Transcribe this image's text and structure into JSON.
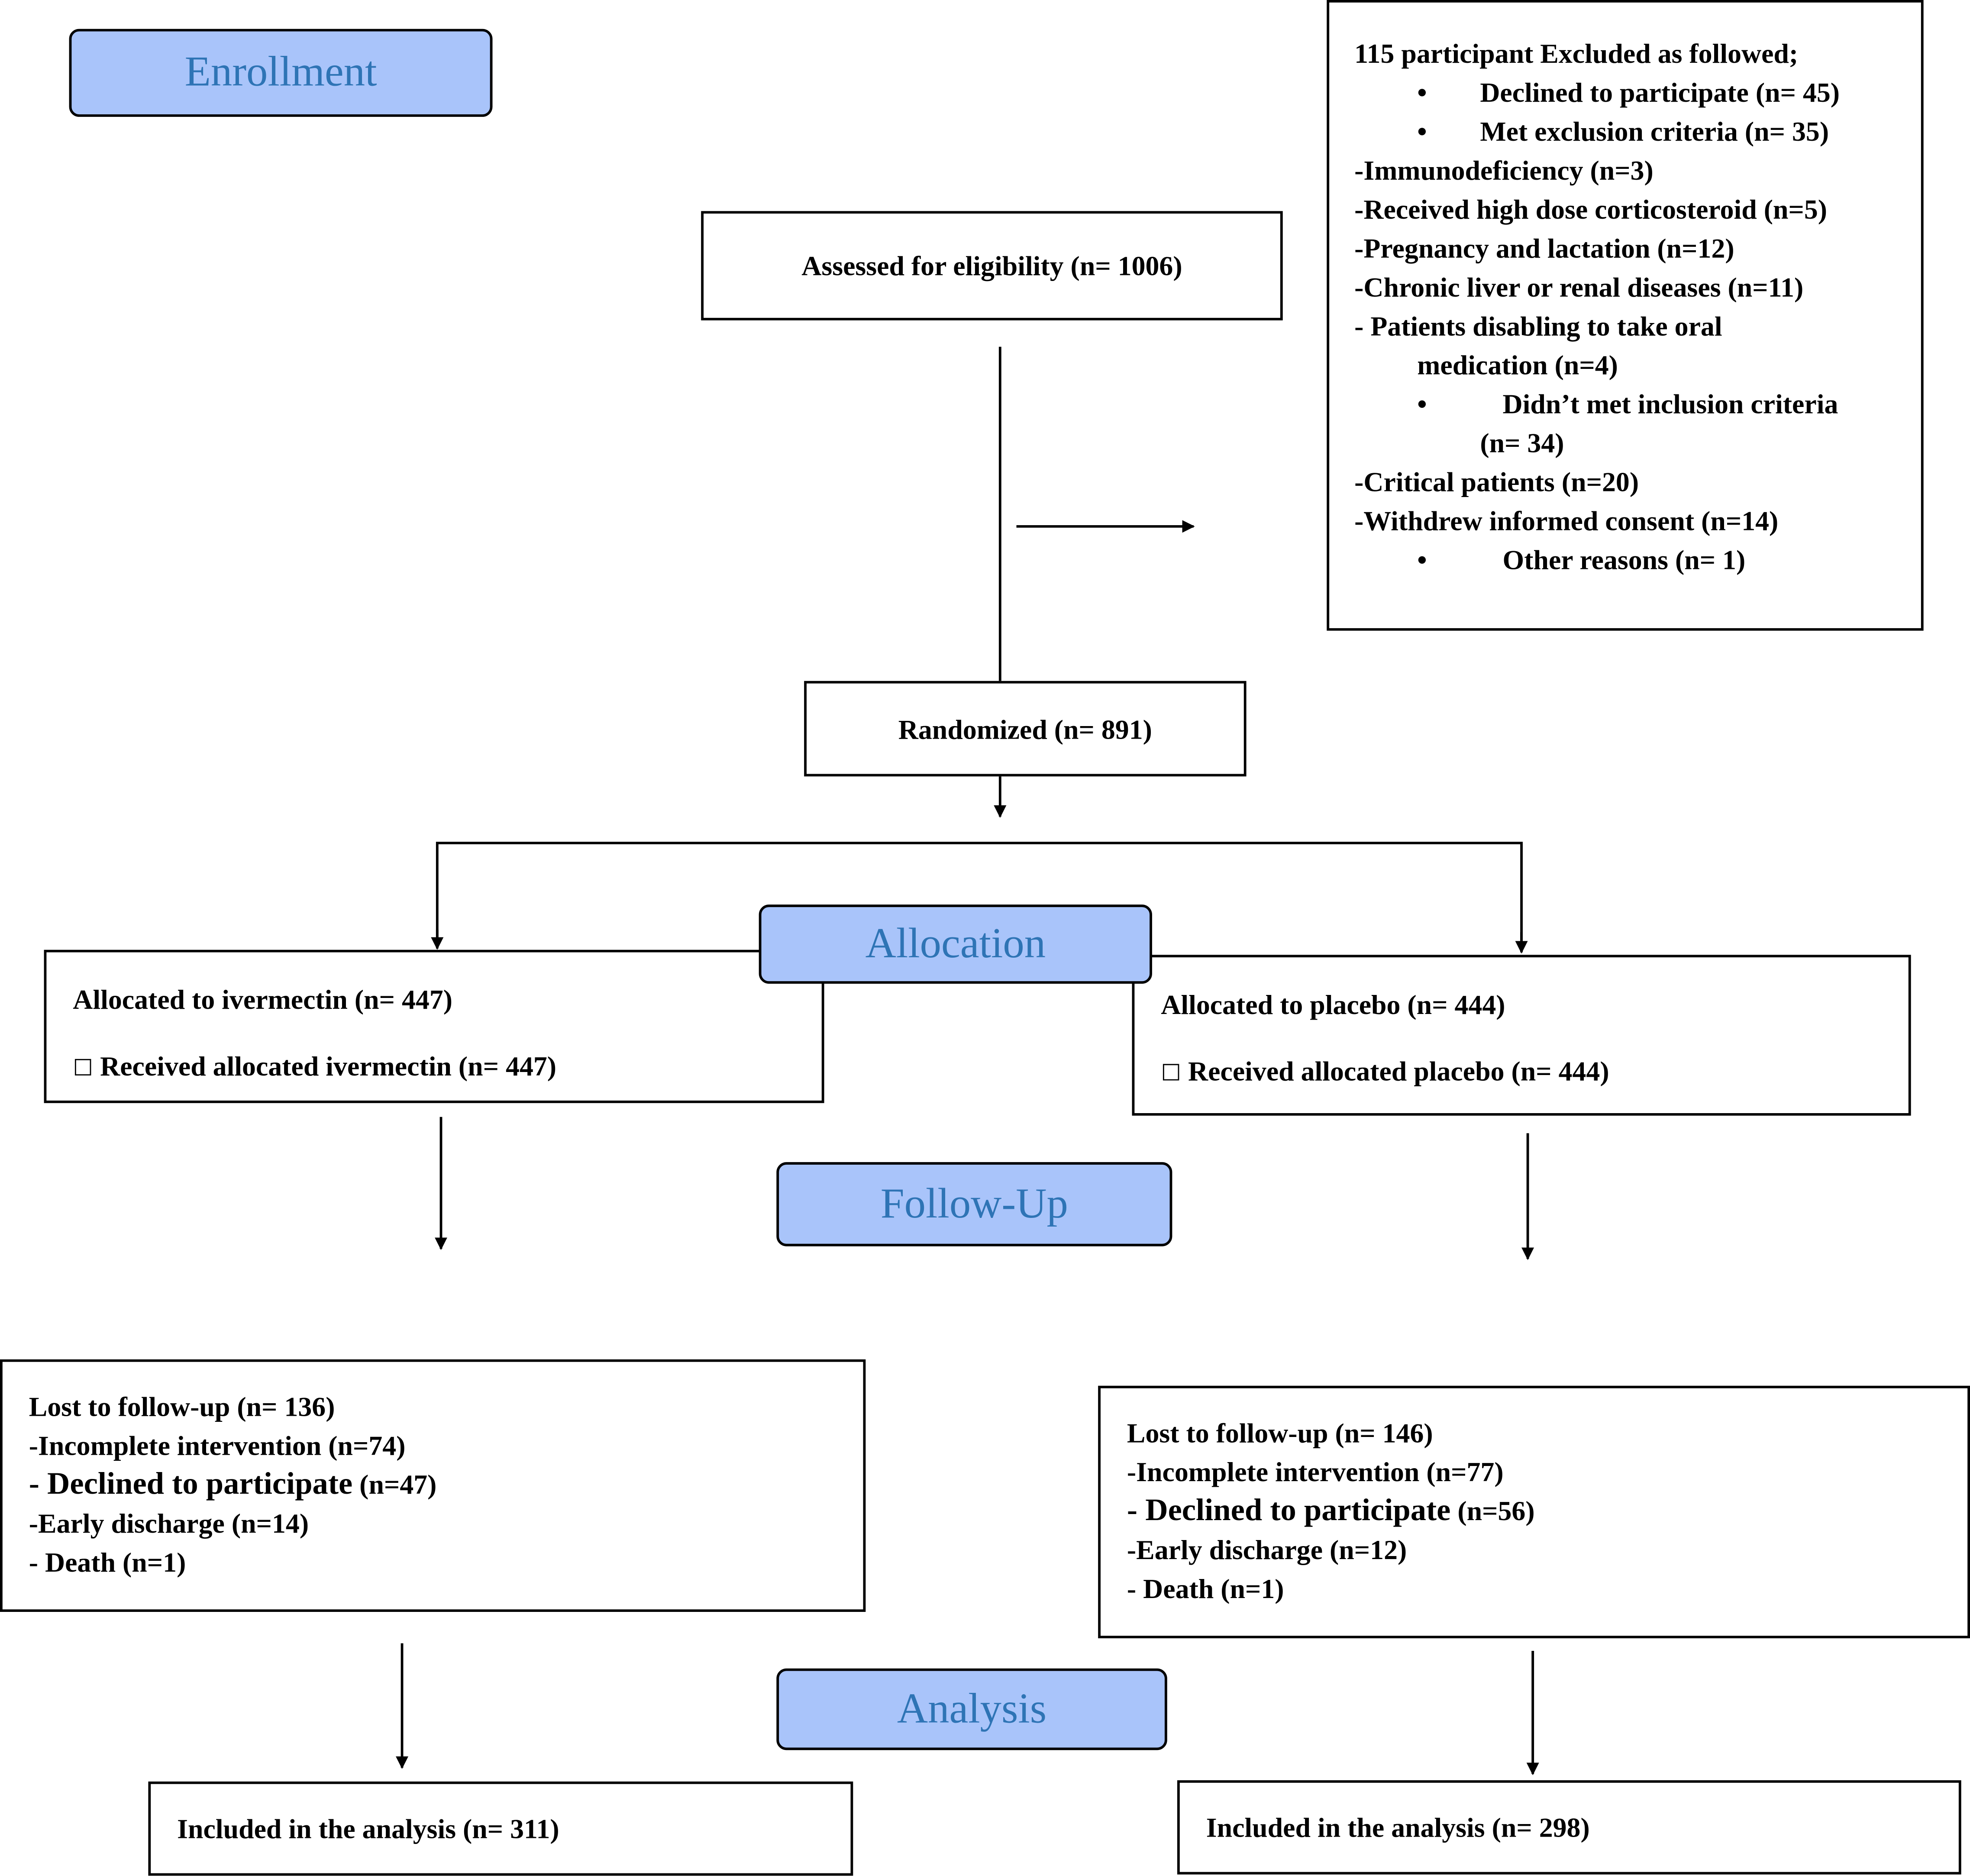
{
  "phases": {
    "enrollment": "Enrollment",
    "allocation": "Allocation",
    "follow_up": "Follow-Up",
    "analysis": "Analysis"
  },
  "assessed": "Assessed for eligibility (n= 1006)",
  "excluded": {
    "title": "115 participant Excluded as followed;",
    "declined": "Declined to participate (n= 45)",
    "met_exclusion": "Met exclusion criteria  (n= 35)",
    "exclusion_items": [
      "-Immunodeficiency (n=3)",
      "-Received high dose corticosteroid (n=5)",
      "-Pregnancy and lactation (n=12)",
      "-Chronic liver or renal diseases (n=11)",
      "- Patients disabling to take oral",
      "medication (n=4)"
    ],
    "not_met_inclusion_1": "Didn’t met  inclusion criteria",
    "not_met_inclusion_2": "(n= 34)",
    "inclusion_items": [
      "-Critical patients (n=20)",
      "-Withdrew informed consent (n=14)"
    ],
    "other": "Other reasons (n= 1)",
    "bullet_symbol": "•"
  },
  "randomized": "Randomized (n= 891)",
  "ivermectin": {
    "allocated": "Allocated to ivermectin (n= 447)",
    "received": "Received allocated ivermectin (n= 447)",
    "lost_title": "Lost to follow-up (n= 136)",
    "incomplete": "-Incomplete intervention (n=74)",
    "declined_label": "- Declined to participate",
    "declined_count": " (n=47)",
    "early": "-Early discharge (n=14)",
    "death": "- Death (n=1)",
    "analysis": "Included in the analysis (n= 311)"
  },
  "placebo": {
    "allocated": "Allocated to placebo (n= 444)",
    "received": "Received allocated placebo (n= 444)",
    "lost_title": "Lost to follow-up (n= 146)",
    "incomplete": "-Incomplete intervention (n=77)",
    "declined_label": "- Declined to participate",
    "declined_count": " (n=56)",
    "early": "-Early discharge (n=12)",
    "death": "- Death (n=1)",
    "analysis": "Included in the analysis (n= 298)"
  },
  "checkbox_symbol": "☐"
}
